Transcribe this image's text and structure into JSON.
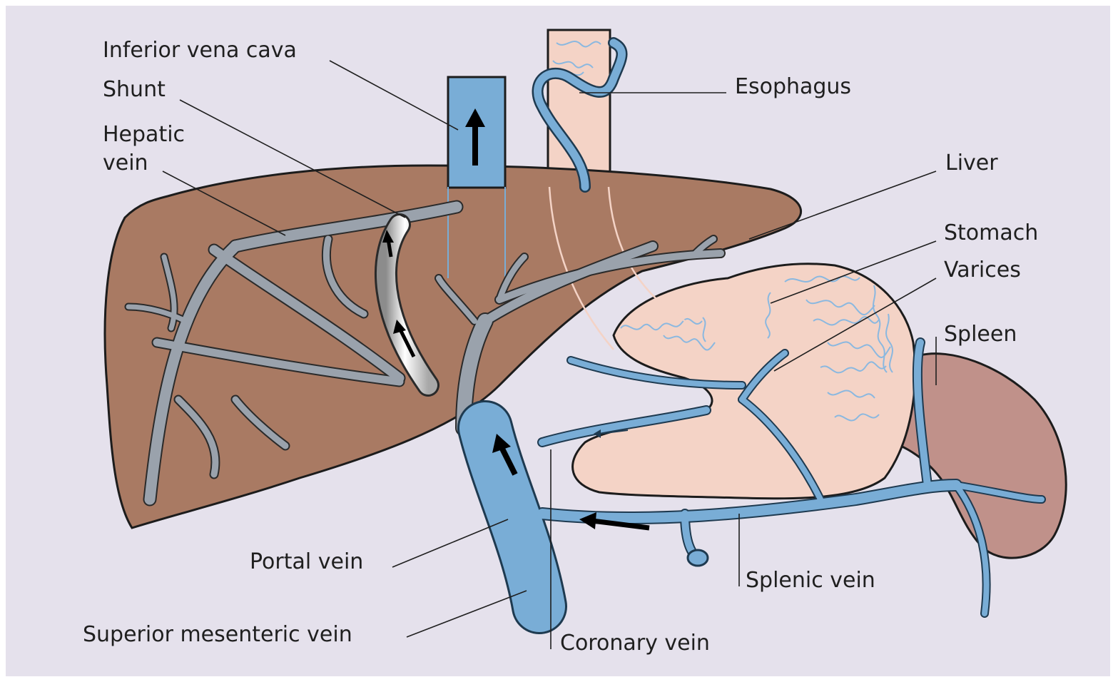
{
  "labels": {
    "inferior_vena_cava": "Inferior vena cava",
    "shunt": "Shunt",
    "hepatic_vein_line1": "Hepatic",
    "hepatic_vein_line2": "vein",
    "esophagus": "Esophagus",
    "liver": "Liver",
    "stomach": "Stomach",
    "varices": "Varices",
    "spleen": "Spleen",
    "portal_vein": "Portal vein",
    "superior_mesenteric_vein": "Superior mesenteric vein",
    "splenic_vein": "Splenic vein",
    "coronary_vein": "Coronary vein"
  },
  "colors": {
    "background": "#e5e1ec",
    "liver": "#a97a63",
    "hepatic_vessels": "#9aa2ac",
    "portal_system": "#79add6",
    "esophagus_stomach": "#f4d3c6",
    "spleen": "#c0918a",
    "shunt": "#d9d9d9"
  }
}
